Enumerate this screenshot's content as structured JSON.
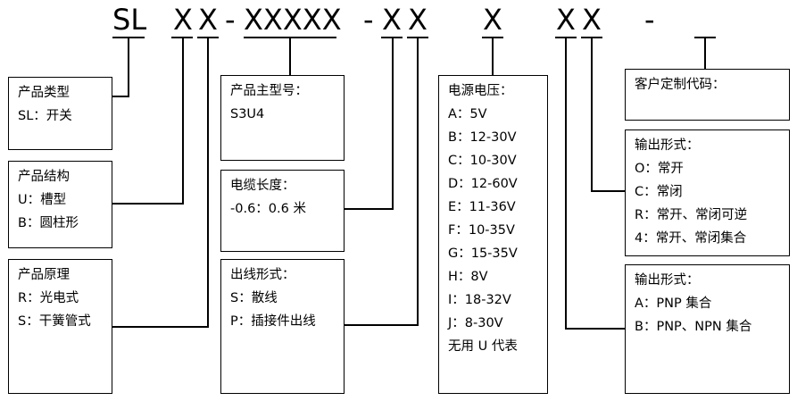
{
  "code": {
    "sl": "SL",
    "x1": "X",
    "x2": "X",
    "dash1": "-",
    "x5": "XXXXX",
    "dash2": "-",
    "x3": "X",
    "x4": "X",
    "x6": "X",
    "x7": "X",
    "x8": "X",
    "dash3": "-"
  },
  "boxes": {
    "category": {
      "title": "产品类型",
      "lines": [
        "SL：开关"
      ]
    },
    "structure": {
      "title": "产品结构",
      "lines": [
        "U：槽型",
        "B：圆柱形"
      ]
    },
    "principle": {
      "title": "产品原理",
      "lines": [
        "R：光电式",
        "S：干簧管式"
      ]
    },
    "main_model": {
      "title": "产品主型号：",
      "lines": [
        "S3U4"
      ]
    },
    "cable": {
      "title": "电缆长度：",
      "lines": [
        "-0.6：0.6 米"
      ]
    },
    "outlet": {
      "title": "出线形式：",
      "lines": [
        "S：散线",
        "P：插接件出线"
      ]
    },
    "voltage": {
      "title": "电源电压：",
      "lines": [
        "A：5V",
        "B：12-30V",
        "C：10-30V",
        "D：12-60V",
        "E：11-36V",
        "F：10-35V",
        "G：15-35V",
        "H：8V",
        "I：18-32V",
        "J：8-30V",
        "无用 U 代表"
      ]
    },
    "customer": {
      "title": "客户定制代码：",
      "lines": []
    },
    "output_form1": {
      "title": "输出形式：",
      "lines": [
        "O：常开",
        "C：常闭",
        "R：常开、常闭可逆",
        "4：常开、常闭集合"
      ]
    },
    "output_form2": {
      "title": "输出形式：",
      "lines": [
        "A：PNP 集合",
        "B：PNP、NPN 集合"
      ]
    }
  }
}
